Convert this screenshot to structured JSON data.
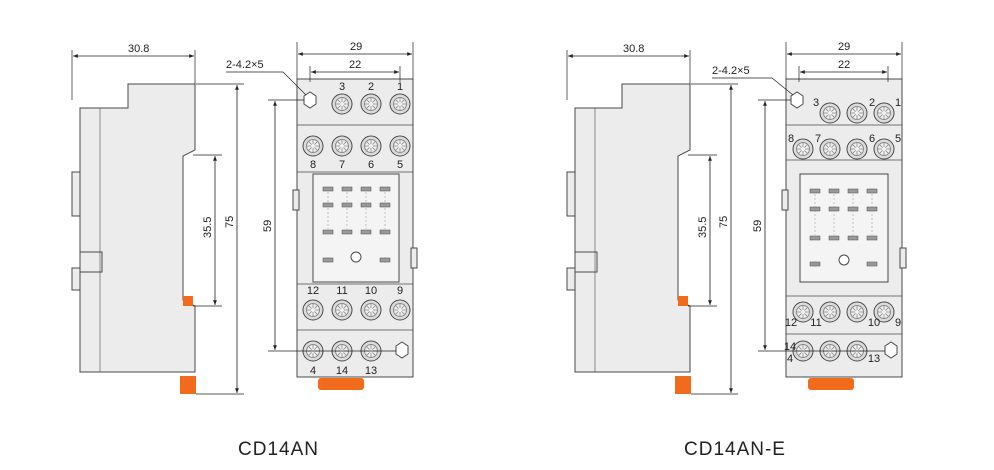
{
  "colors": {
    "body": "#ececec",
    "outline": "#4a4a4a",
    "dimension": "#222222",
    "clip": "#f26a1b",
    "terminal": "#8a8a8a"
  },
  "drawings": [
    {
      "caption": "CD14AN",
      "variant": "standard",
      "top_terminal_numbers": [
        "3",
        "2",
        "1"
      ],
      "upper_row2_numbers": [
        "8",
        "7",
        "6",
        "5"
      ],
      "lower_row1_numbers": [
        "12",
        "11",
        "10",
        "9"
      ],
      "bottom_terminal_numbers": [
        "4",
        "14",
        "13"
      ],
      "dims": {
        "depth": "30.8",
        "width": "29",
        "inner_width": "22",
        "hole": "2-4.2×5",
        "rail": "35.5",
        "height": "75",
        "pitch": "59"
      }
    },
    {
      "caption": "CD14AN-E",
      "variant": "E",
      "top_terminal_numbers": [
        "3",
        "2",
        "1"
      ],
      "upper_row2_numbers": [
        "8",
        "7",
        "6",
        "5"
      ],
      "lower_row1_numbers": [
        "12",
        "11",
        "10",
        "9"
      ],
      "bottom_terminal_numbers": [
        "4",
        "14",
        "13"
      ],
      "dims": {
        "depth": "30.8",
        "width": "29",
        "inner_width": "22",
        "hole": "2-4.2×5",
        "rail": "35.5",
        "height": "75",
        "pitch": "59"
      }
    }
  ]
}
